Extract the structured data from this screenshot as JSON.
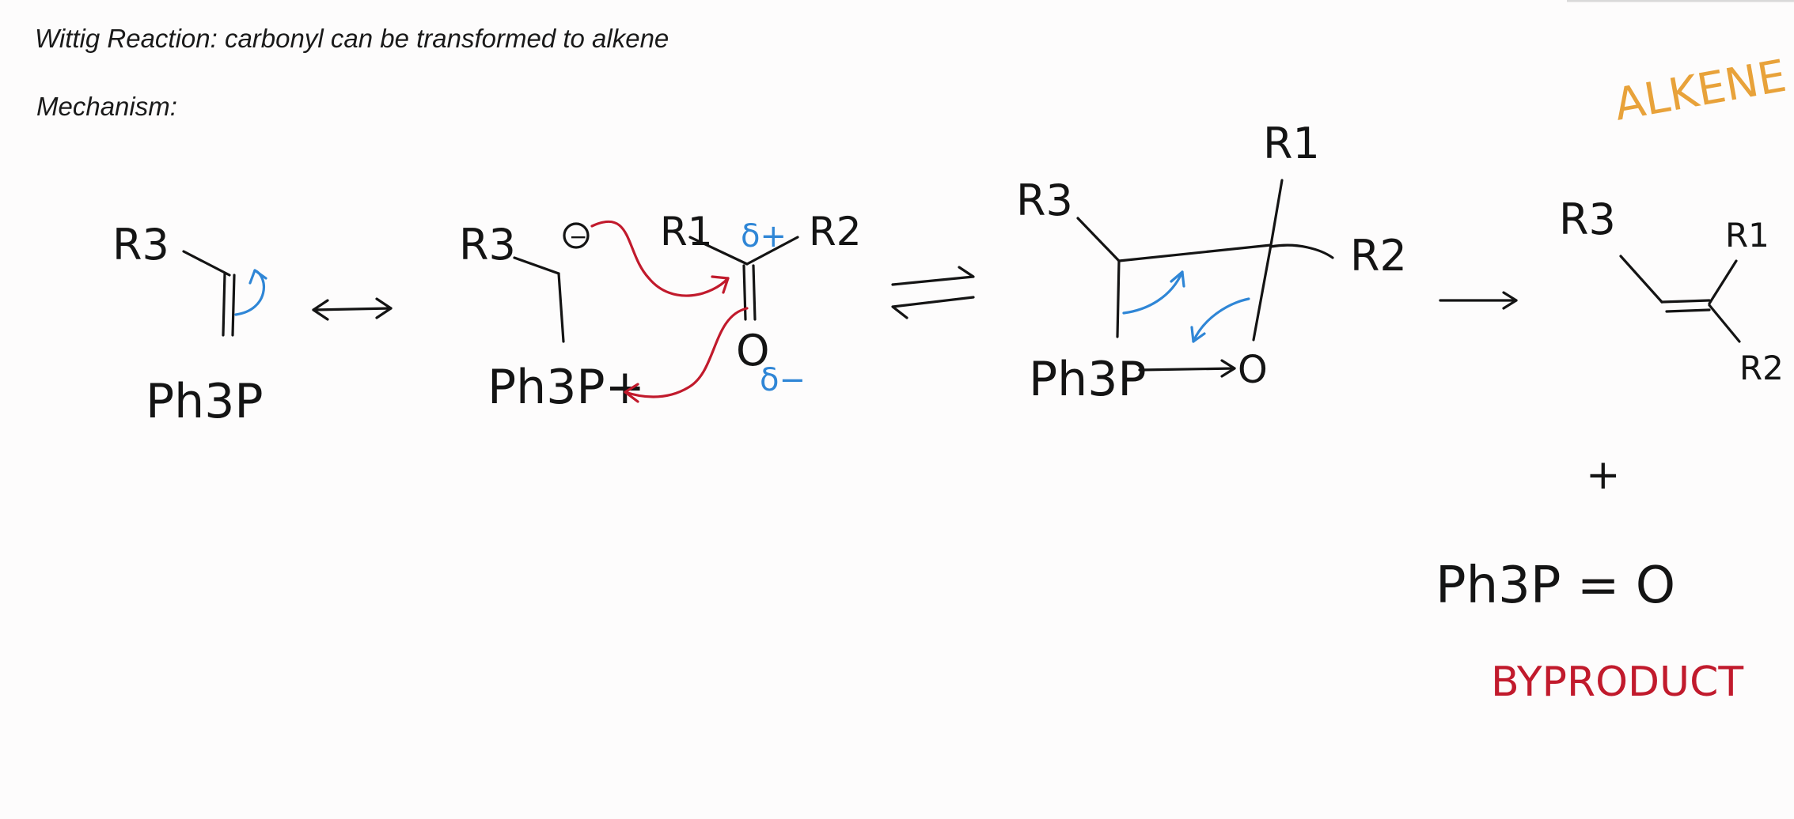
{
  "header": {
    "title": "Wittig Reaction: carbonyl can be transformed to alkene",
    "subtitle": "Mechanism:"
  },
  "labels": {
    "r1": "R1",
    "r2": "R2",
    "r3": "R3",
    "ph3p": "Ph3P",
    "ph3p_plus": "Ph3P+",
    "oxygen": "O",
    "delta_plus": "δ+",
    "delta_minus": "δ−",
    "minus": "−",
    "plus": "+",
    "byproduct_formula": "Ph3P = O",
    "alkene_label": "ALKENE",
    "byproduct_label": "BYPRODUCT"
  },
  "colors": {
    "ink": "#141414",
    "arrow_blue": "#2f86d6",
    "arrow_red": "#c11a2c",
    "alkene_orange": "#e8a23a",
    "byproduct_red": "#c11a2c"
  }
}
